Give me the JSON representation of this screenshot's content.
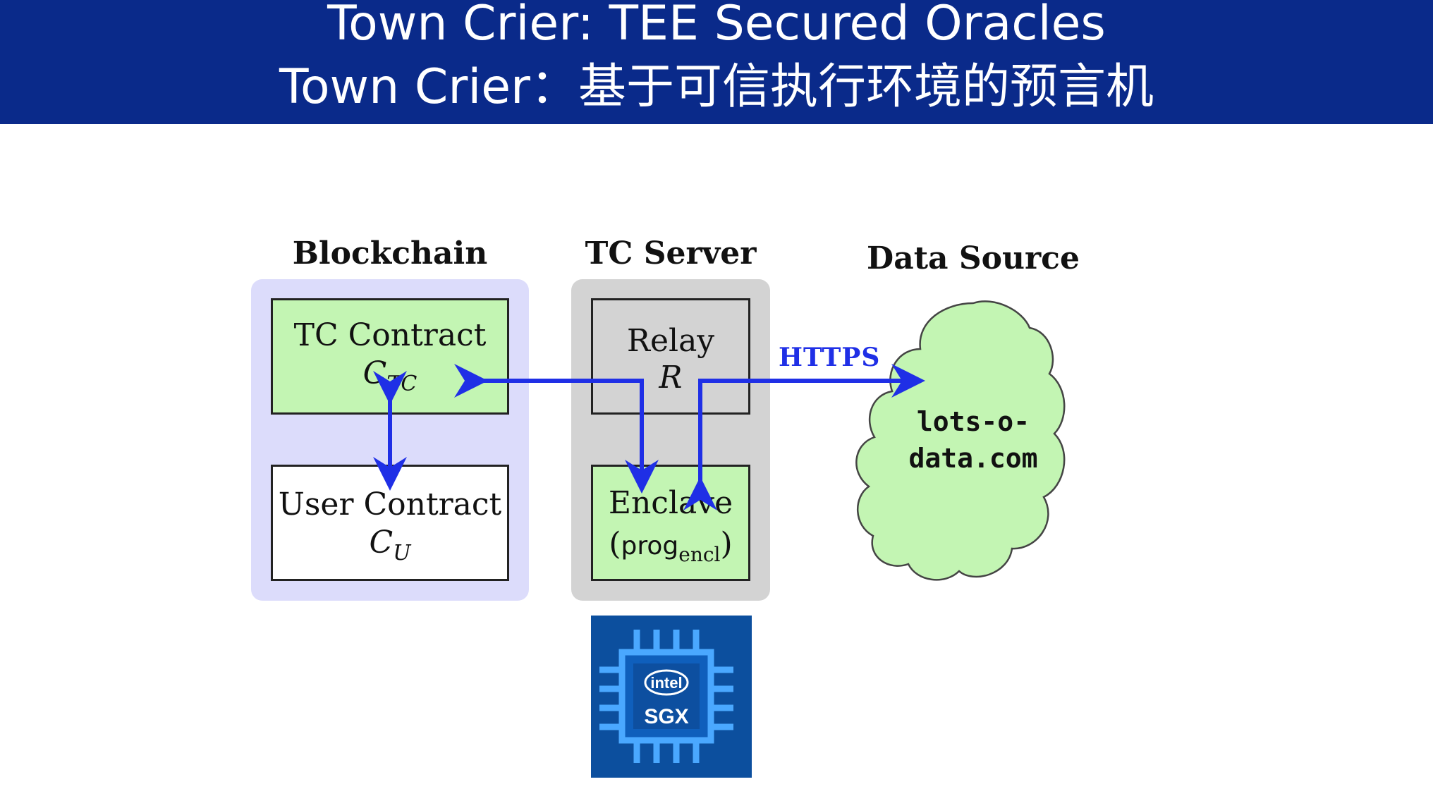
{
  "title": {
    "line1": "Town Crier: TEE Secured Oracles",
    "line2": "Town Crier：基于可信执行环境的预言机"
  },
  "diagram": {
    "blockchain": {
      "label": "Blockchain",
      "tc_contract": {
        "name": "TC Contract",
        "symbol": "C",
        "subscript": "TC"
      },
      "user_contract": {
        "name": "User Contract",
        "symbol": "C",
        "subscript": "U"
      }
    },
    "tc_server": {
      "label": "TC Server",
      "relay": {
        "name": "Relay",
        "symbol": "R"
      },
      "enclave": {
        "name": "Enclave",
        "prog": "prog",
        "subscript": "encl"
      }
    },
    "data_source": {
      "label": "Data Source",
      "host_line1": "lots-o-",
      "host_line2": "data.com"
    },
    "edge_label": "HTTPS",
    "sgx_logo": {
      "brand": "intel",
      "product": "SGX"
    }
  },
  "colors": {
    "title_bg": "#0a2a8a",
    "blockchain_panel": "#dcdcfb",
    "server_panel": "#d3d3d3",
    "box_green": "#c3f5b3",
    "arrow_blue": "#1f2fe6",
    "cloud_fill": "#c3f5b3"
  }
}
